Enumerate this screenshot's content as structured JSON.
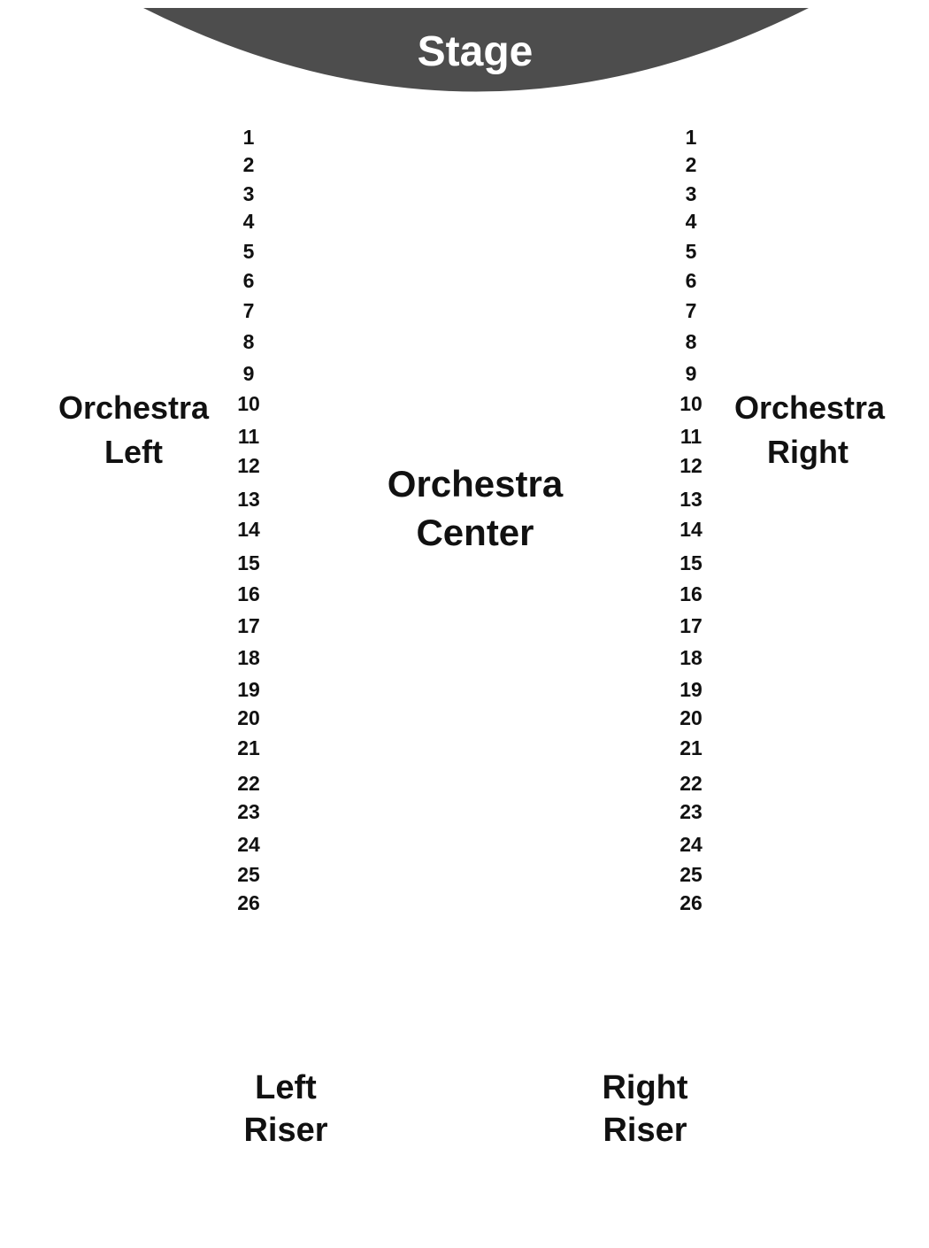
{
  "colors": {
    "stage_fill": "#4d4d4d",
    "stage_text": "#ffffff",
    "label_text": "#111111"
  },
  "stage": {
    "label": "Stage"
  },
  "sections": {
    "orchestra_left": {
      "line1": "Orchestra",
      "line2": "Left"
    },
    "orchestra_center": {
      "line1": "Orchestra",
      "line2": "Center"
    },
    "orchestra_right": {
      "line1": "Orchestra",
      "line2": "Right"
    },
    "left_riser": {
      "line1": "Left",
      "line2": "Riser"
    },
    "right_riser": {
      "line1": "Right",
      "line2": "Riser"
    }
  },
  "rows": {
    "left": [
      "1",
      "2",
      "3",
      "4",
      "5",
      "6",
      "7",
      "8",
      "9",
      "10",
      "11",
      "12",
      "13",
      "14",
      "15",
      "16",
      "17",
      "18",
      "19",
      "20",
      "21",
      "22",
      "23",
      "24",
      "25",
      "26"
    ],
    "right": [
      "1",
      "2",
      "3",
      "4",
      "5",
      "6",
      "7",
      "8",
      "9",
      "10",
      "11",
      "12",
      "13",
      "14",
      "15",
      "16",
      "17",
      "18",
      "19",
      "20",
      "21",
      "22",
      "23",
      "24",
      "25",
      "26"
    ]
  }
}
